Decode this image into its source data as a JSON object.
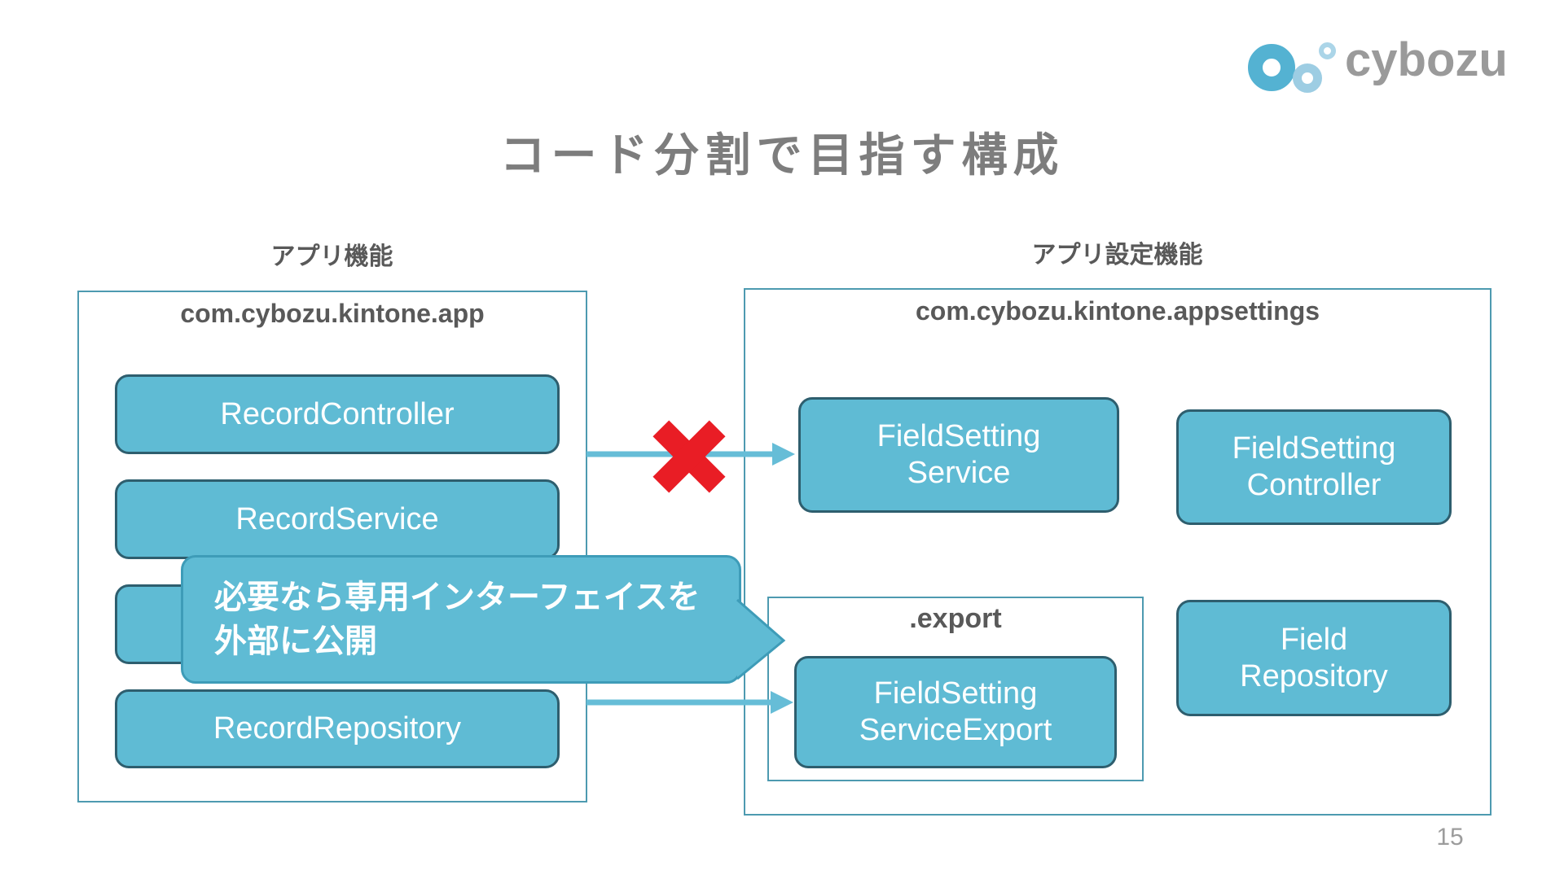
{
  "slide": {
    "title": "コード分割で目指す構成",
    "page_number": "15",
    "colors": {
      "class_box_fill": "#5fbbd4",
      "class_box_border": "#2e5e6e",
      "container_border": "#4d9ab0",
      "arrow_teal": "#66bdd7",
      "forbidden_red": "#e91d25",
      "title_gray": "#7d7d7d",
      "label_gray": "#595959",
      "logo_gray": "#9a9a9a"
    },
    "icons": {
      "forbidden_marker": "x-mark-icon",
      "logo": "cybozu-rings-icon"
    }
  },
  "logo": {
    "text": "cybozu"
  },
  "left_group": {
    "label": "アプリ機能",
    "package": "com.cybozu.kintone.app",
    "boxes": {
      "record_controller": {
        "label": "RecordController"
      },
      "record_service": {
        "label": "RecordService"
      },
      "record_repository": {
        "label": "RecordRepository"
      }
    }
  },
  "right_group": {
    "label": "アプリ設定機能",
    "package": "com.cybozu.kintone.appsettings",
    "boxes": {
      "field_setting_service": {
        "line1": "FieldSetting",
        "line2": "Service"
      },
      "field_setting_controller": {
        "line1": "FieldSetting",
        "line2": "Controller"
      },
      "field_setting_service_export": {
        "line1": "FieldSetting",
        "line2": "ServiceExport"
      },
      "field_repository": {
        "line1": "Field",
        "line2": "Repository"
      }
    },
    "export_package": {
      "label": ".export"
    }
  },
  "callout": {
    "line1": "必要なら専用インターフェイスを",
    "line2": "外部に公開"
  }
}
